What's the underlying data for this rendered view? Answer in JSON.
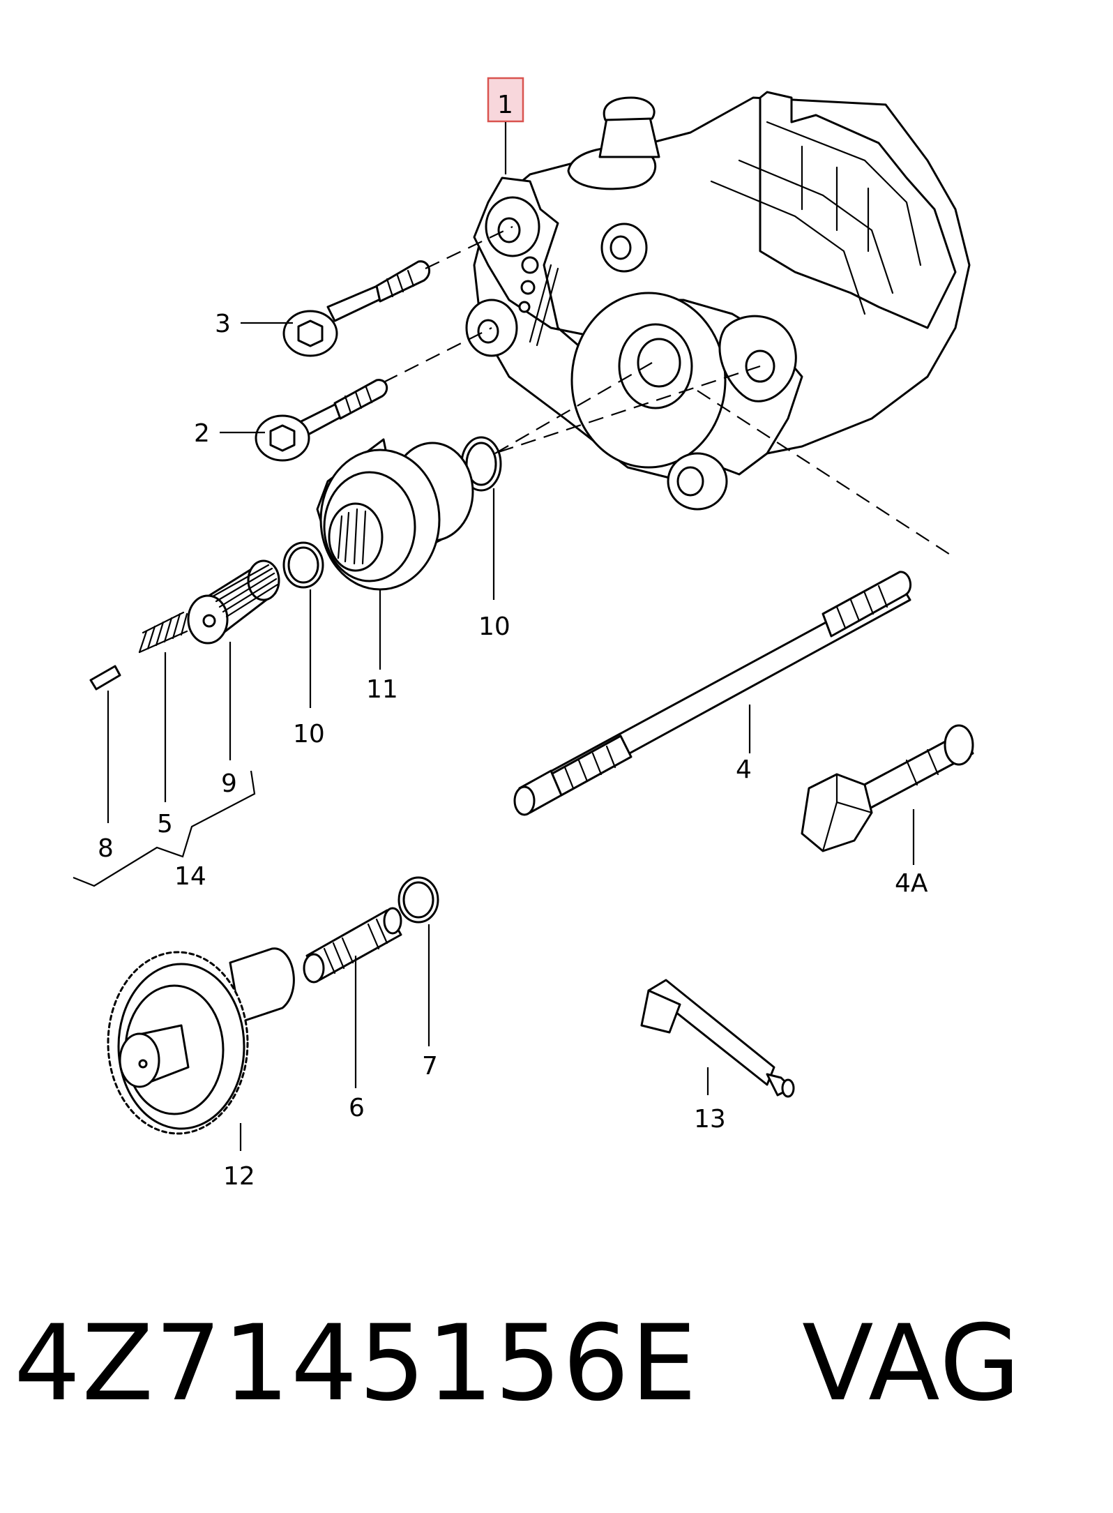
{
  "callouts": {
    "c1": "1",
    "c2": "2",
    "c3": "3",
    "c4": "4",
    "c4a": "4A",
    "c5": "5",
    "c6": "6",
    "c7": "7",
    "c8": "8",
    "c9": "9",
    "c10a": "10",
    "c10b": "10",
    "c11": "11",
    "c12": "12",
    "c13": "13",
    "c14": "14"
  },
  "highlight": {
    "color": "#f8d7dc",
    "border": "#d9534f"
  },
  "footer": {
    "code": "4Z7145156E   VAG"
  }
}
